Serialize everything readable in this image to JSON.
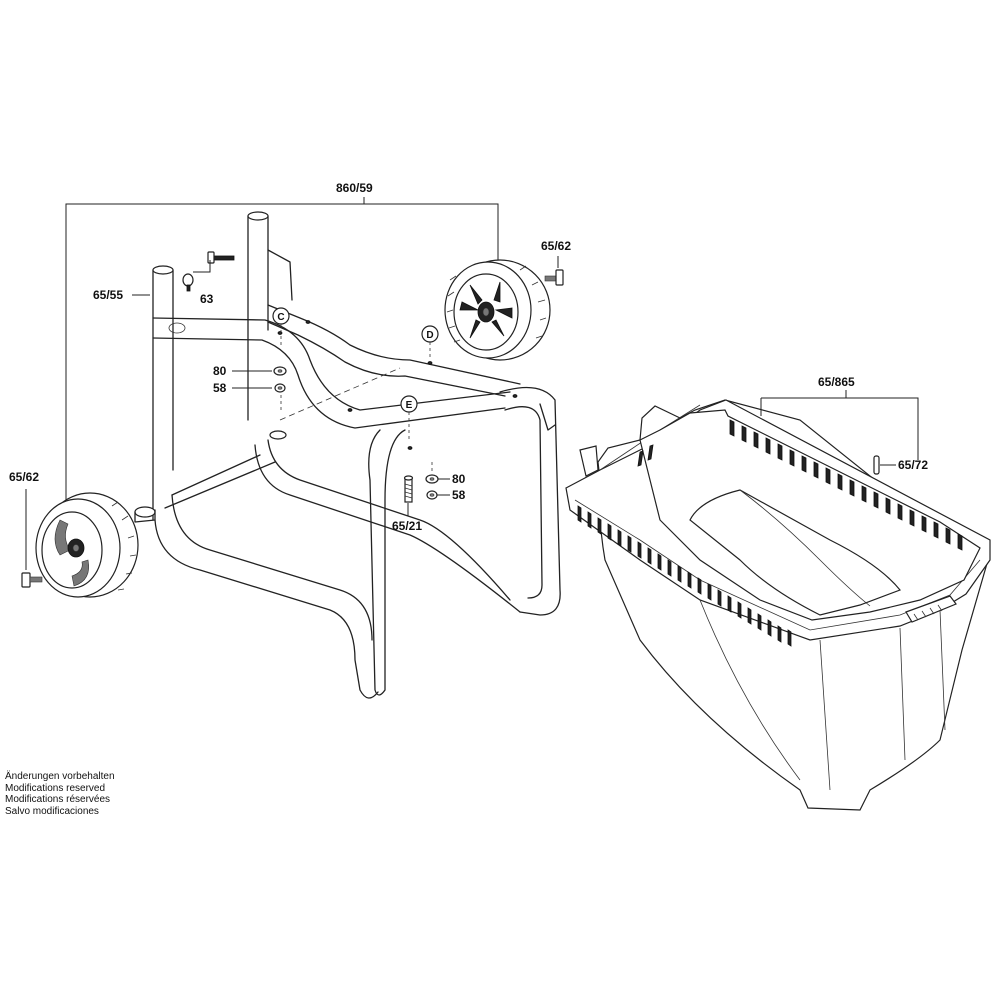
{
  "assembly": {
    "frame_group_label": "860/59",
    "container_group_label": "65/865"
  },
  "parts": {
    "frame_tube": "65/55",
    "screw_63": "63",
    "wheel_right_screw": "65/62",
    "wheel_left_screw": "65/62",
    "washer_80_left": "80",
    "nut_58_left": "58",
    "washer_80_right": "80",
    "nut_58_right": "58",
    "bolt_65_21": "65/21",
    "pin_65_72": "65/72"
  },
  "callouts": {
    "c": "C",
    "d": "D",
    "e": "E"
  },
  "notes": [
    "Änderungen vorbehalten",
    "Modifications reserved",
    "Modifications réservées",
    "Salvo modificaciones"
  ]
}
